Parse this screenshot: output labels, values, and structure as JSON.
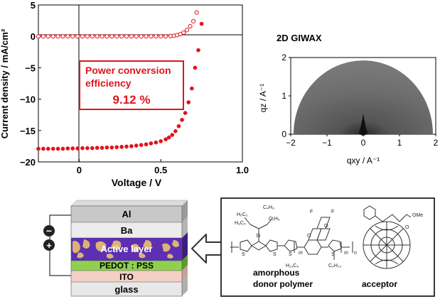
{
  "jv_plot": {
    "xlabel": "Voltage / V",
    "ylabel": "Current density / mA/cm²",
    "x_ticks": [
      "0",
      "0.5",
      "1.0"
    ],
    "y_ticks": [
      "5",
      "0",
      "−5",
      "−10",
      "−15",
      "−20"
    ],
    "annotation_line1": "Power conversion",
    "annotation_line2": "efficiency",
    "annotation_value": "9.12 %",
    "colors": {
      "marker": "#e0141e",
      "box": "#e0141e"
    }
  },
  "giwax": {
    "title": "2D GIWAX",
    "x_ticks": [
      "−2",
      "−1",
      "0",
      "1",
      "2"
    ],
    "y_ticks": [
      "2",
      "1",
      "0"
    ],
    "xlabel": "qxy / A⁻¹",
    "ylabel": "qz / A⁻¹"
  },
  "device": {
    "layers": [
      "Al",
      "Ba",
      "Active layer",
      "PEDOT : PSS",
      "ITO",
      "glass"
    ],
    "minus_sign": "−",
    "plus_sign": "+",
    "colors": {
      "al": "#c8c8c8",
      "ba": "#e6e6e6",
      "active": "#5c2fb3",
      "pedot": "#8fd14f",
      "ito": "#f4cfc6",
      "glass": "#e8e8e8"
    }
  },
  "molecules": {
    "donor_caption_line1": "amorphous",
    "donor_caption_line2": "donor polymer",
    "acceptor_caption": "acceptor",
    "labels": [
      "H₅C₂",
      "C₄H₉",
      "C₂H₅",
      "H₉C₄",
      "Si",
      "F",
      "F",
      "O",
      "O",
      "S",
      "S",
      "S",
      "S",
      "H₁₃C₆",
      "C₆H₁₃",
      "m",
      "m",
      "n",
      "OMe",
      "O"
    ]
  },
  "chart_data": {
    "type": "scatter",
    "xlabel": "Voltage / V",
    "ylabel": "Current density / mA/cm²",
    "xlim": [
      -0.25,
      1.0
    ],
    "ylim": [
      -20,
      5
    ],
    "series": [
      {
        "style": "open-circles",
        "x": [
          -0.25,
          -0.22,
          -0.19,
          -0.16,
          -0.13,
          -0.1,
          -0.07,
          -0.04,
          -0.01,
          0.02,
          0.05,
          0.08,
          0.11,
          0.14,
          0.17,
          0.2,
          0.23,
          0.26,
          0.29,
          0.32,
          0.35,
          0.38,
          0.41,
          0.44,
          0.47,
          0.5,
          0.53,
          0.56,
          0.58,
          0.6,
          0.62,
          0.64,
          0.66,
          0.68,
          0.7,
          0.72
        ],
        "y": [
          0,
          0,
          0,
          0,
          0,
          0,
          0,
          0,
          0,
          0,
          0,
          0,
          0,
          0,
          0,
          0,
          0,
          0,
          0,
          0,
          0,
          0,
          0,
          0,
          0,
          0,
          0,
          0.05,
          0.1,
          0.2,
          0.35,
          0.6,
          1.0,
          1.6,
          2.4,
          3.8
        ]
      },
      {
        "style": "filled-circles",
        "x": [
          -0.25,
          -0.22,
          -0.19,
          -0.16,
          -0.13,
          -0.1,
          -0.07,
          -0.04,
          -0.01,
          0.02,
          0.05,
          0.08,
          0.11,
          0.14,
          0.17,
          0.2,
          0.23,
          0.26,
          0.29,
          0.32,
          0.35,
          0.38,
          0.41,
          0.44,
          0.47,
          0.5,
          0.53,
          0.55,
          0.57,
          0.59,
          0.61,
          0.63,
          0.65,
          0.67,
          0.69,
          0.71,
          0.73,
          0.75
        ],
        "y": [
          -17.9,
          -17.9,
          -17.9,
          -17.9,
          -17.9,
          -17.9,
          -17.85,
          -17.85,
          -17.85,
          -17.8,
          -17.8,
          -17.8,
          -17.75,
          -17.75,
          -17.7,
          -17.7,
          -17.65,
          -17.6,
          -17.55,
          -17.5,
          -17.4,
          -17.3,
          -17.2,
          -17.05,
          -16.9,
          -16.7,
          -16.4,
          -16.1,
          -15.7,
          -15.1,
          -14.3,
          -13.3,
          -12.2,
          -10.5,
          -8.3,
          -5.0,
          -2.2,
          2.0
        ]
      }
    ]
  }
}
